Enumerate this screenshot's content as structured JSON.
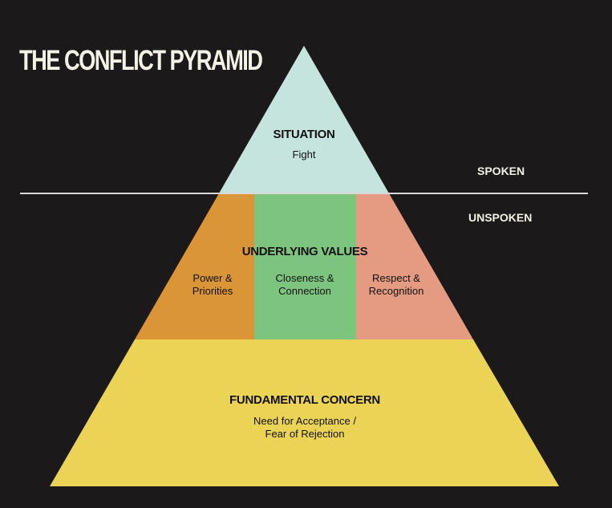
{
  "title": "THE CONFLICT PYRAMID",
  "labels": {
    "spoken": "SPOKEN",
    "unspoken": "UNSPOKEN"
  },
  "levels": {
    "situation": {
      "heading": "SITUATION",
      "text": "Fight",
      "color": "#c6e4de"
    },
    "underlying_values": {
      "heading": "UNDERLYING VALUES",
      "items": [
        {
          "line1": "Power &",
          "line2": "Priorities",
          "color": "#da9537"
        },
        {
          "line1": "Closeness &",
          "line2": "Connection",
          "color": "#7dc57f"
        },
        {
          "line1": "Respect &",
          "line2": "Recognition",
          "color": "#e59b82"
        }
      ]
    },
    "fundamental_concern": {
      "heading": "FUNDAMENTAL CONCERN",
      "line1": "Need for Acceptance /",
      "line2": "Fear of Rejection",
      "color": "#ebd455"
    }
  },
  "colors": {
    "background": "#1b1919",
    "divider": "#d8d8d8",
    "text_light": "#f4f1e6"
  }
}
